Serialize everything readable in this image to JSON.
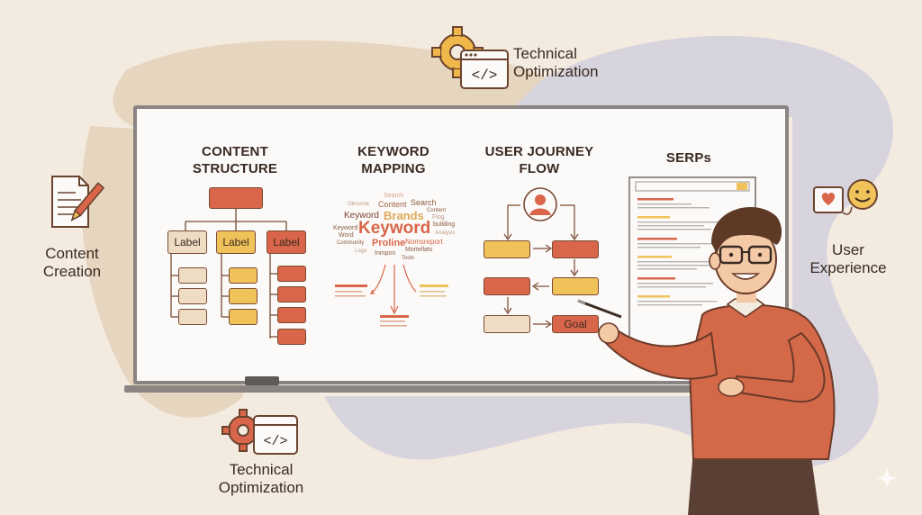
{
  "labels": {
    "technical_top": [
      "Technical",
      "Optimization"
    ],
    "technical_bottom": [
      "Technical",
      "Optimization"
    ],
    "content_creation": [
      "Content",
      "Creation"
    ],
    "user_experience": [
      "User",
      "Experience"
    ]
  },
  "board": {
    "content_structure": {
      "title": [
        "CONTENT",
        "STRUCTURE"
      ],
      "labels": [
        "Label",
        "Label",
        "Label"
      ]
    },
    "keyword_mapping": {
      "title": [
        "KEYWORD",
        "MAPPING"
      ],
      "words": [
        "Search",
        "Olmsone",
        "Content",
        "Search",
        "Content",
        "Keyword",
        "Brands",
        "Flog",
        "building",
        "Keyword",
        "Keyword",
        "Analysis",
        "Word",
        "Proline",
        "Nomsreport",
        "Community",
        "Mortellats",
        "Logo",
        "Inmpon",
        "Tools"
      ]
    },
    "user_journey": {
      "title": [
        "USER JOURNEY",
        "FLOW"
      ],
      "goal": "Goal"
    },
    "serps": {
      "title": "SERPs"
    }
  },
  "colors": {
    "background": "#f4ebe0",
    "blob_beige": "#e6d5bf",
    "blob_lavender": "#d8d4de",
    "accent_red": "#d9664a",
    "accent_yellow": "#f0c25a",
    "pale": "#eedcc4",
    "outline": "#7a4a32",
    "sweater": "#d4694a"
  }
}
